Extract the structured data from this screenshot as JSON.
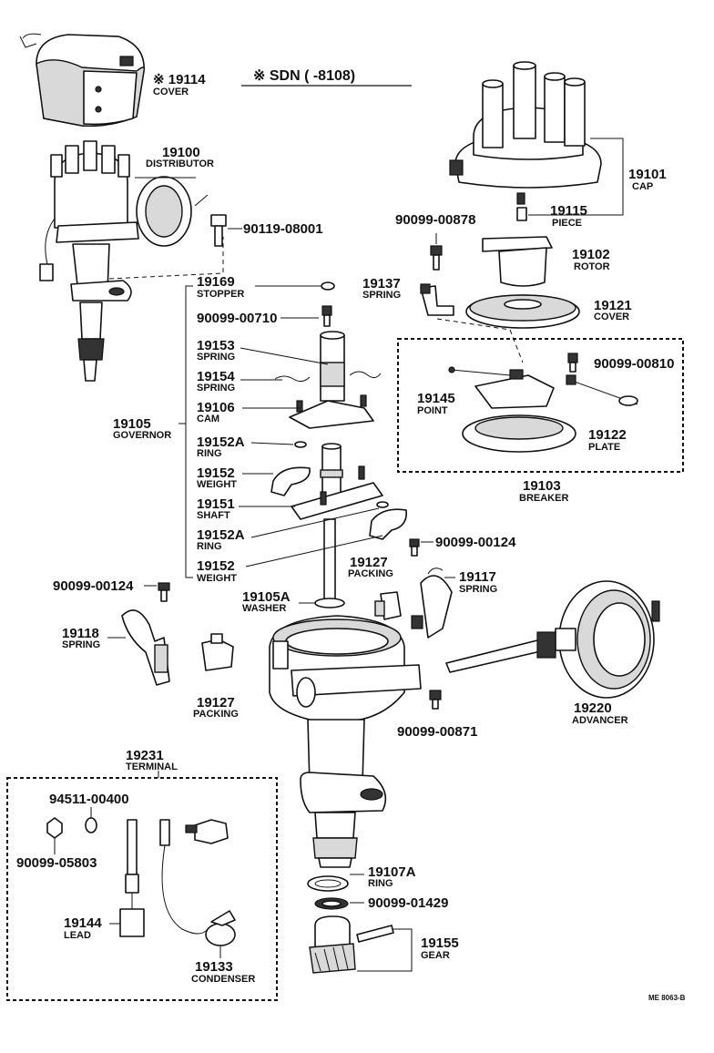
{
  "header": {
    "note": "※ SDN (        -8108)"
  },
  "footer": {
    "code": "ME 8063-B"
  },
  "callouts": [
    {
      "id": "c19114",
      "num": "※ 19114",
      "name": "COVER"
    },
    {
      "id": "c19100",
      "num": "19100",
      "name": "DISTRIBUTOR"
    },
    {
      "id": "c90119",
      "num": "90119-08001",
      "name": ""
    },
    {
      "id": "c19101",
      "num": "19101",
      "name": "CAP"
    },
    {
      "id": "c19115",
      "num": "19115",
      "name": "PIECE"
    },
    {
      "id": "c90099_00878",
      "num": "90099-00878",
      "name": ""
    },
    {
      "id": "c19102",
      "num": "19102",
      "name": "ROTOR"
    },
    {
      "id": "c19137",
      "num": "19137",
      "name": "SPRING"
    },
    {
      "id": "c19121",
      "num": "19121",
      "name": "COVER"
    },
    {
      "id": "c19169",
      "num": "19169",
      "name": "STOPPER"
    },
    {
      "id": "c90099_00710",
      "num": "90099-00710",
      "name": ""
    },
    {
      "id": "c19153",
      "num": "19153",
      "name": "SPRING"
    },
    {
      "id": "c19154",
      "num": "19154",
      "name": "SPRING"
    },
    {
      "id": "c19106",
      "num": "19106",
      "name": "CAM"
    },
    {
      "id": "c19105",
      "num": "19105",
      "name": "GOVERNOR"
    },
    {
      "id": "c19152a_1",
      "num": "19152A",
      "name": "RING"
    },
    {
      "id": "c19152_1",
      "num": "19152",
      "name": "WEIGHT"
    },
    {
      "id": "c19151",
      "num": "19151",
      "name": "SHAFT"
    },
    {
      "id": "c19152a_2",
      "num": "19152A",
      "name": "RING"
    },
    {
      "id": "c19152_2",
      "num": "19152",
      "name": "WEIGHT"
    },
    {
      "id": "c90099_00810",
      "num": "90099-00810",
      "name": ""
    },
    {
      "id": "c19145",
      "num": "19145",
      "name": "POINT"
    },
    {
      "id": "c19122",
      "num": "19122",
      "name": "PLATE"
    },
    {
      "id": "c19103",
      "num": "19103",
      "name": "BREAKER"
    },
    {
      "id": "c90099_00124r",
      "num": "90099-00124",
      "name": ""
    },
    {
      "id": "c19127r",
      "num": "19127",
      "name": "PACKING"
    },
    {
      "id": "c19117",
      "num": "19117",
      "name": "SPRING"
    },
    {
      "id": "c90099_00124l",
      "num": "90099-00124",
      "name": ""
    },
    {
      "id": "c19105a",
      "num": "19105A",
      "name": "WASHER"
    },
    {
      "id": "c19118",
      "num": "19118",
      "name": "SPRING"
    },
    {
      "id": "c19127l",
      "num": "19127",
      "name": "PACKING"
    },
    {
      "id": "c19220",
      "num": "19220",
      "name": "ADVANCER"
    },
    {
      "id": "c90099_00871",
      "num": "90099-00871",
      "name": ""
    },
    {
      "id": "c19231",
      "num": "19231",
      "name": "TERMINAL"
    },
    {
      "id": "c94511",
      "num": "94511-00400",
      "name": ""
    },
    {
      "id": "c90099_05803",
      "num": "90099-05803",
      "name": ""
    },
    {
      "id": "c19144",
      "num": "19144",
      "name": "LEAD"
    },
    {
      "id": "c19133",
      "num": "19133",
      "name": "CONDENSER"
    },
    {
      "id": "c19107a",
      "num": "19107A",
      "name": "RING"
    },
    {
      "id": "c90099_01429",
      "num": "90099-01429",
      "name": ""
    },
    {
      "id": "c19155",
      "num": "19155",
      "name": "GEAR"
    }
  ]
}
